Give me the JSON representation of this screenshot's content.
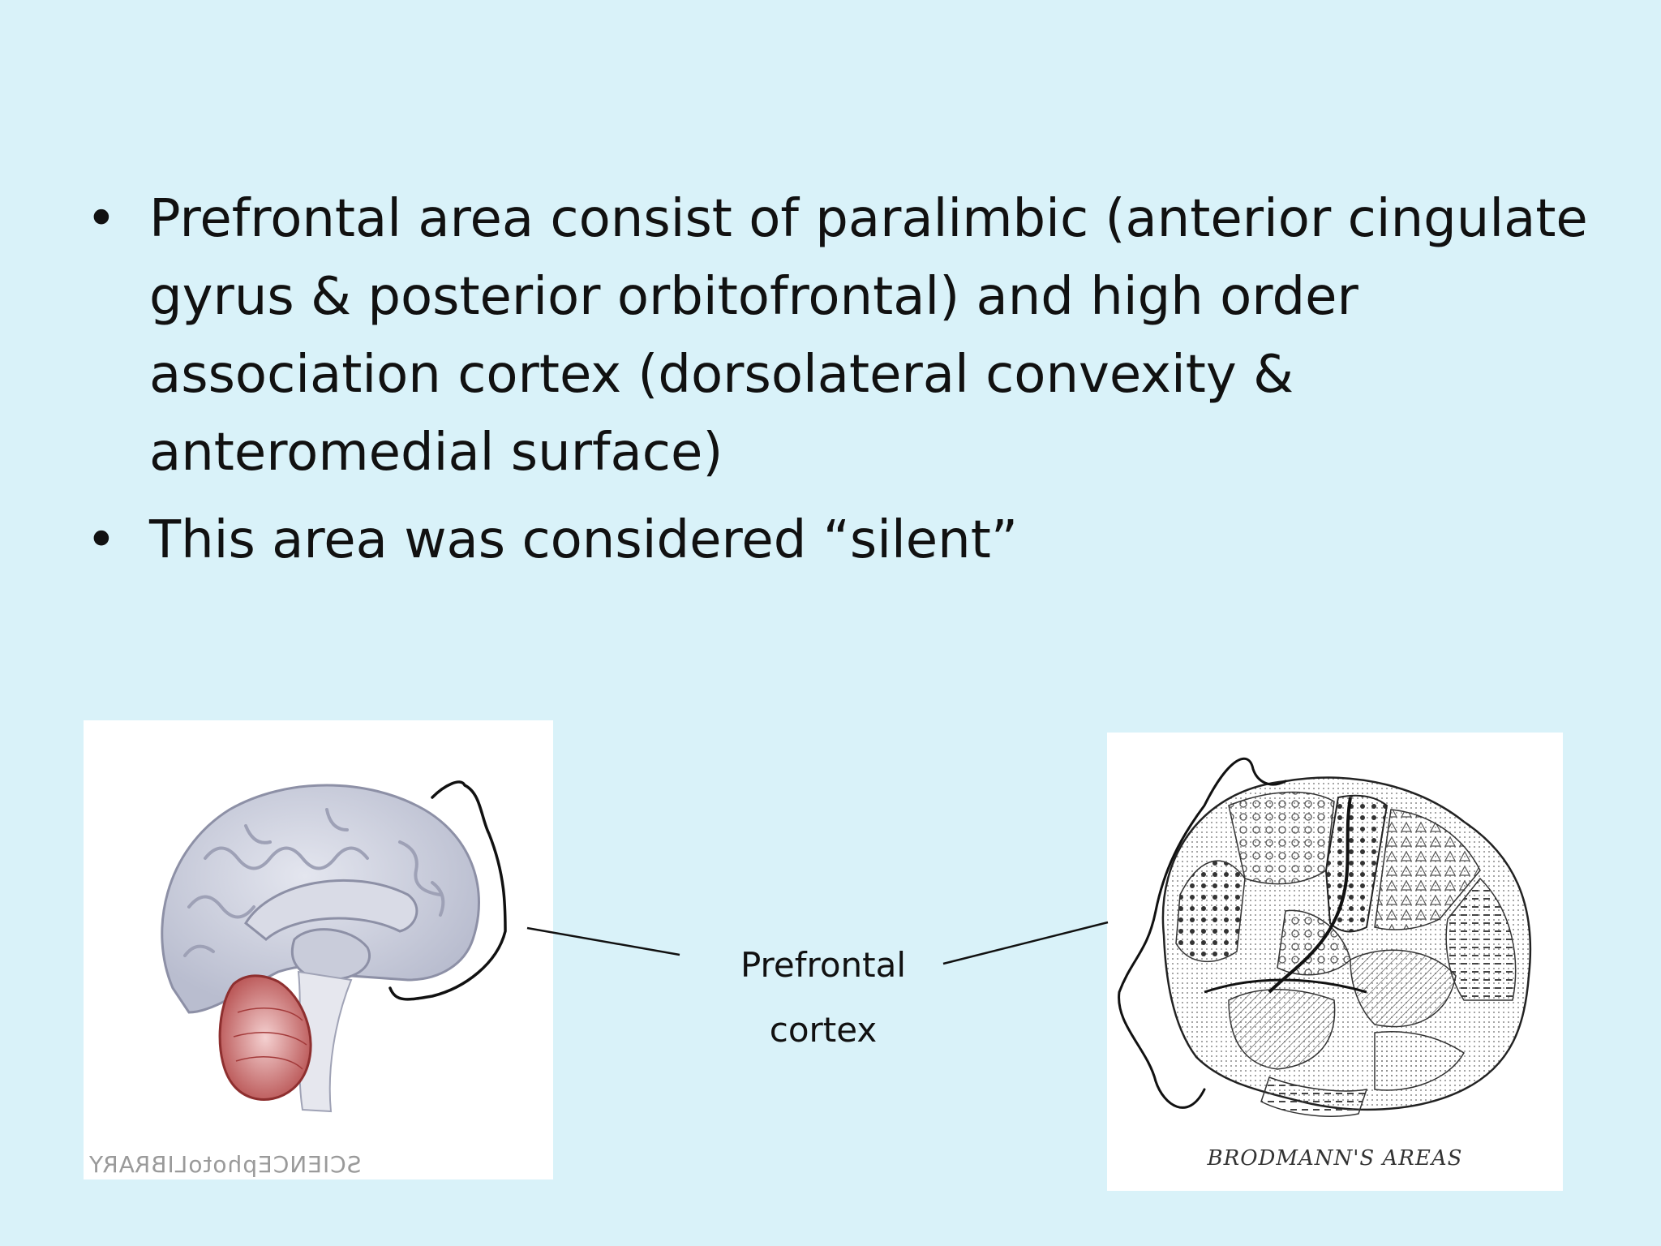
{
  "slide": {
    "bullets": [
      "Prefrontal area consist of paralimbic (anterior cingulate gyrus & posterior orbitofrontal) and high order association cortex (dorsolateral convexity & anteromedial surface)",
      "This area was considered “silent”"
    ],
    "bullet_glyph": "•",
    "callout": {
      "line1": "Prefrontal",
      "line2": "cortex"
    },
    "left_figure": {
      "watermark": "SCIENCEphotoLIBRARY"
    },
    "right_figure": {
      "caption": "BRODMANN'S AREAS"
    }
  }
}
